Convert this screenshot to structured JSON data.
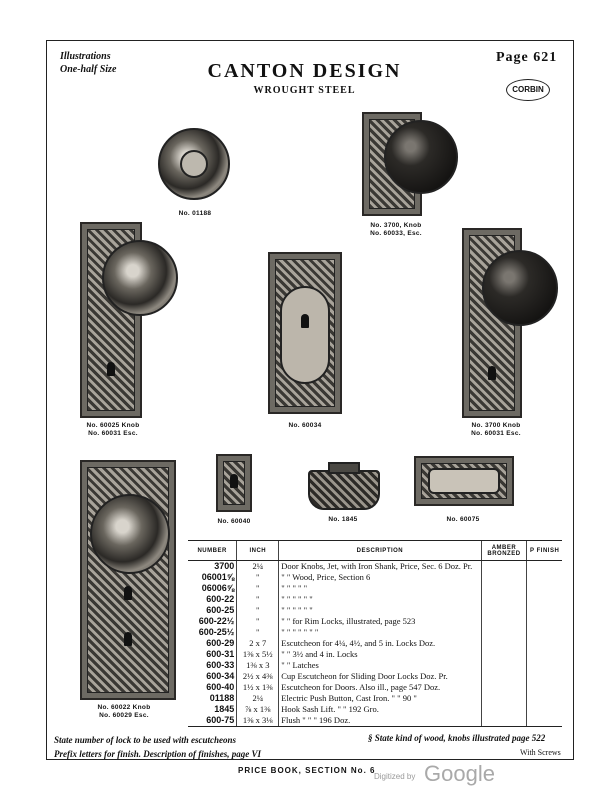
{
  "header": {
    "illustrations_line1": "Illustrations",
    "illustrations_line2": "One-half Size",
    "title": "CANTON DESIGN",
    "subtitle": "WROUGHT STEEL",
    "page": "Page 621",
    "logo_text": "CORBIN"
  },
  "captions": {
    "c01188": "No. 01188",
    "c3700a_1": "No. 3700, Knob",
    "c3700a_2": "No. 60033, Esc.",
    "c60025_1": "No. 60025 Knob",
    "c60025_2": "No. 60031 Esc.",
    "c60034": "No. 60034",
    "c3700b_1": "No. 3700 Knob",
    "c3700b_2": "No. 60031 Esc.",
    "c60040": "No. 60040",
    "c1845": "No. 1845",
    "c60075": "No. 60075",
    "c60022_1": "No. 60022 Knob",
    "c60022_2": "No. 60029 Esc."
  },
  "table": {
    "headers": [
      "NUMBER",
      "INCH",
      "DESCRIPTION",
      "AMBER BRONZED",
      "P FINISH"
    ],
    "rows": [
      {
        "num": "3700",
        "inch": "2¼",
        "desc": "Door Knobs, Jet, with Iron Shank, Price, Sec. 6   Doz. Pr."
      },
      {
        "num": "06001⅝",
        "inch": "\"",
        "desc": "\"      \"      Wood, Price, Section 6"
      },
      {
        "num": "06006⅝",
        "inch": "\"",
        "desc": "\"      \"      \"      \"      \""
      },
      {
        "num": "600-22",
        "inch": "\"",
        "desc": "\"      \"      \"      \"      \"      \""
      },
      {
        "num": "600-25",
        "inch": "\"",
        "desc": "\"      \"      \"      \"      \"      \""
      },
      {
        "num": "600-22½",
        "inch": "\"",
        "desc": "\"      \"      for Rim Locks, illustrated, page 523"
      },
      {
        "num": "600-25½",
        "inch": "\"",
        "desc": "\"      \"      \"      \"      \"      \"      \""
      },
      {
        "num": "600-29",
        "inch": "2 x 7",
        "desc": "Escutcheon for 4¼, 4½, and 5 in. Locks   Doz."
      },
      {
        "num": "600-31",
        "inch": "1⅜ x 5½",
        "desc": "\"      \"      3½ and 4 in. Locks"
      },
      {
        "num": "600-33",
        "inch": "1⅜ x 3",
        "desc": "\"      \"      Latches"
      },
      {
        "num": "600-34",
        "inch": "2½ x 4⅜",
        "desc": "Cup Escutcheon for Sliding Door Locks   Doz. Pr."
      },
      {
        "num": "600-40",
        "inch": "1½ x 1⅜",
        "desc": "Escutcheon for Doors.   Also ill., page 547  Doz."
      },
      {
        "num": "01188",
        "inch": "2¼",
        "desc": "Electric Push Button, Cast Iron.   \"   \"   90   \""
      },
      {
        "num": "1845",
        "inch": "⅞ x 1⅜",
        "desc": "Hook Sash Lift.   \"   \"  192   Gro."
      },
      {
        "num": "600-75",
        "inch": "1⅜ x 3⅛",
        "desc": "Flush   \"   \"   \"  196   Doz."
      }
    ]
  },
  "footer": {
    "left1": "State number of lock to be used with escutcheons",
    "left2": "Prefix letters for finish.  Description of finishes, page VI",
    "right": "§ State kind of wood, knobs illustrated page 522",
    "screws": "With Screws",
    "pricebook": "PRICE BOOK, SECTION No. 6",
    "digitized": "Digitized by",
    "google": "Google"
  }
}
